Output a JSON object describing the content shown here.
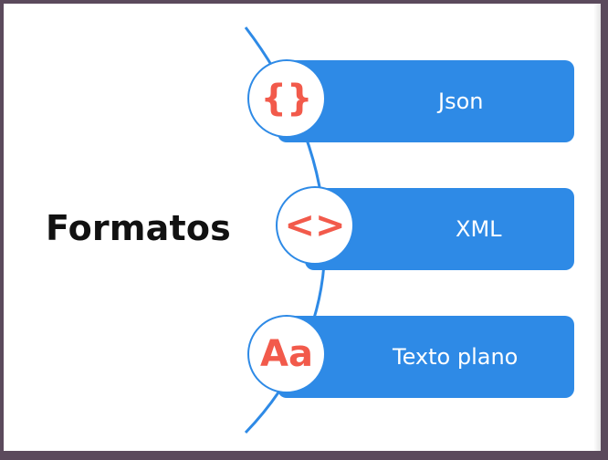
{
  "title": "Formatos",
  "items": [
    {
      "label": "Json",
      "icon": "braces-icon",
      "glyph": "{}"
    },
    {
      "label": "XML",
      "icon": "angle-brackets-icon",
      "glyph": "<>"
    },
    {
      "label": "Texto plano",
      "icon": "text-aa-icon",
      "glyph": "Aa"
    }
  ],
  "colors": {
    "accent": "#2e8ae6",
    "icon": "#f25a4b",
    "title": "#111111",
    "frame": "#5b4a5c"
  }
}
